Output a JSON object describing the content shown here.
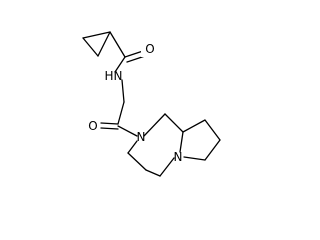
{
  "atoms": {
    "amide_o": "O",
    "amide_n": "N",
    "ketone_o": "O",
    "ring_n": "N",
    "bridge_n": "N",
    "amide_h": "H"
  }
}
